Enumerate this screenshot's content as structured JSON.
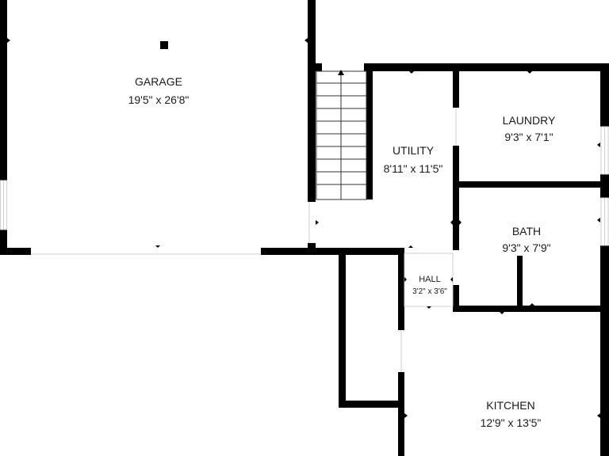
{
  "rooms": {
    "garage": {
      "name": "GARAGE",
      "dims": "19'5\" x 26'8\""
    },
    "utility": {
      "name": "UTILITY",
      "dims": "8'11\" x 11'5\""
    },
    "laundry": {
      "name": "LAUNDRY",
      "dims": "9'3\" x 7'1\""
    },
    "bath": {
      "name": "BATH",
      "dims": "9'3\" x 7'9\""
    },
    "hall": {
      "name": "HALL",
      "dims": "3'2\" x 3'6\""
    },
    "kitchen": {
      "name": "KITCHEN",
      "dims": "12'9\" x 13'5\""
    }
  },
  "colors": {
    "wall": "#000000",
    "background": "#ffffff",
    "opening": "#cfcfcf"
  }
}
